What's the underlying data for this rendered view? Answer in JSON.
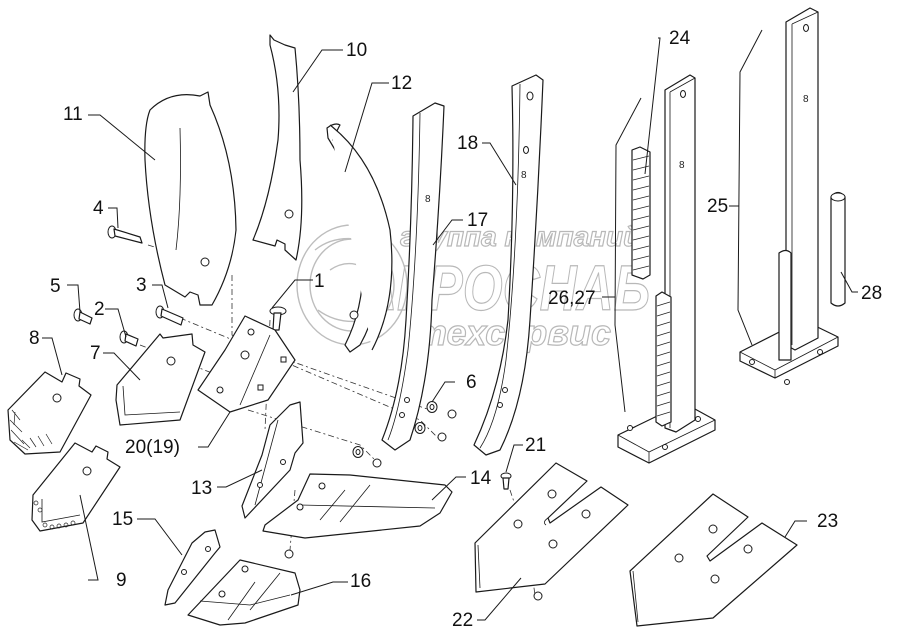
{
  "diagram": {
    "type": "exploded parts diagram",
    "watermark": {
      "line1": "группа компаний",
      "line2": "АГРОСНАБ",
      "line3": "техсервис"
    },
    "callouts": [
      {
        "id": "1",
        "text": "1"
      },
      {
        "id": "2",
        "text": "2"
      },
      {
        "id": "3",
        "text": "3"
      },
      {
        "id": "4",
        "text": "4"
      },
      {
        "id": "5",
        "text": "5"
      },
      {
        "id": "6",
        "text": "6"
      },
      {
        "id": "7",
        "text": "7"
      },
      {
        "id": "8",
        "text": "8"
      },
      {
        "id": "9",
        "text": "9"
      },
      {
        "id": "10",
        "text": "10"
      },
      {
        "id": "11",
        "text": "11"
      },
      {
        "id": "12",
        "text": "12"
      },
      {
        "id": "13",
        "text": "13"
      },
      {
        "id": "14",
        "text": "14"
      },
      {
        "id": "15",
        "text": "15"
      },
      {
        "id": "16",
        "text": "16"
      },
      {
        "id": "17",
        "text": "17"
      },
      {
        "id": "18",
        "text": "18"
      },
      {
        "id": "20",
        "text": "20(19)"
      },
      {
        "id": "21",
        "text": "21"
      },
      {
        "id": "22",
        "text": "22"
      },
      {
        "id": "23",
        "text": "23"
      },
      {
        "id": "24",
        "text": "24"
      },
      {
        "id": "25",
        "text": "25"
      },
      {
        "id": "26",
        "text": "26,27"
      },
      {
        "id": "28",
        "text": "28"
      }
    ]
  }
}
